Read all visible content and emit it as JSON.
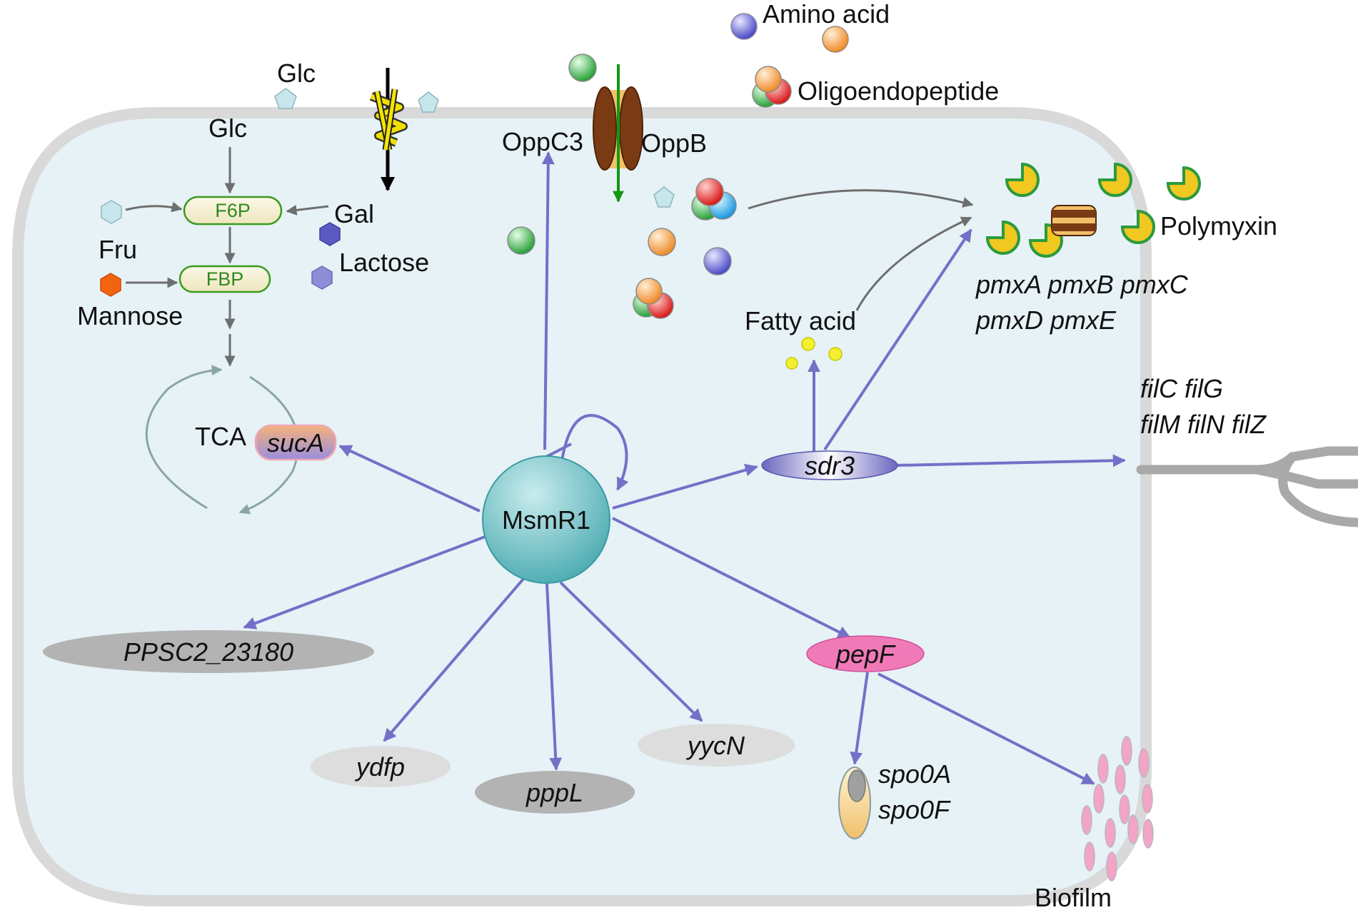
{
  "labels": {
    "glc_outside": "Glc",
    "glc_inside": "Glc",
    "f6p": "F6P",
    "fbp": "FBP",
    "gal": "Gal",
    "fru": "Fru",
    "lactose": "Lactose",
    "mannose": "Mannose",
    "tca": "TCA",
    "suca": "sucA",
    "msmr1": "MsmR1",
    "ppsc2": "PPSC2_23180",
    "ydfp": "ydfp",
    "pppl": "pppL",
    "yycn": "yycN",
    "pepf": "pepF",
    "spo0a": "spo0A",
    "spo0f": "spo0F",
    "biofilm": "Biofilm",
    "sdr3": "sdr3",
    "fatty_acid": "Fatty acid",
    "oppc3": "OppC3",
    "oppb": "OppB",
    "amino_acid": "Amino acid",
    "oligoendopeptide": "Oligoendopeptide",
    "polymyxin": "Polymyxin",
    "pmx_line1": "pmxA pmxB pmxC",
    "pmx_line2": "pmxD pmxE",
    "fil_line1": "filC filG",
    "fil_line2": "filM filN filZ"
  },
  "colors": {
    "regulation_arrow": "#7470c8",
    "metabolic_arrow": "#707070",
    "cell_fill": "#e6f2f6",
    "cell_wall": "#d9d9d9",
    "msmr1_fill": "#66c1c6",
    "pepf_fill": "#f07ab7",
    "polymyxin_fill": "#f0c81f",
    "biofilm_cell": "#f2a5c6",
    "transport_arrow": "#139a13"
  }
}
